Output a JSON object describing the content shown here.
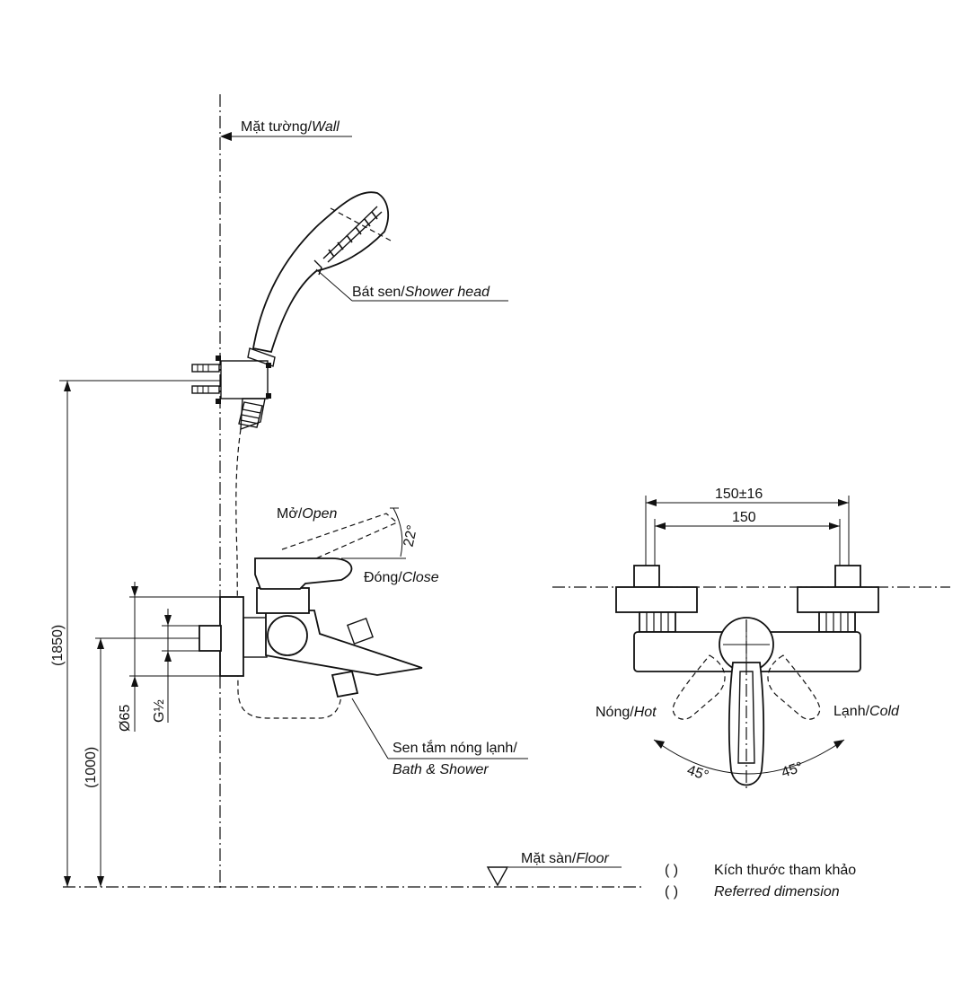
{
  "labels": {
    "wall": {
      "vi": "Mặt tường/",
      "en": "Wall"
    },
    "shower_head": {
      "vi": "Bát sen/",
      "en": "Shower head"
    },
    "open": {
      "vi": "Mở/",
      "en": "Open"
    },
    "close": {
      "vi": "Đóng/",
      "en": "Close"
    },
    "bath_shower": {
      "vi": "Sen tắm nóng lạnh/",
      "en": "Bath & Shower"
    },
    "hot": {
      "vi": "Nóng/",
      "en": "Hot"
    },
    "cold": {
      "vi": "Lạnh/",
      "en": "Cold"
    },
    "floor": {
      "vi": "Mặt sàn/",
      "en": "Floor"
    }
  },
  "dimensions": {
    "height_shower": "(1850)",
    "height_mixer": "(1000)",
    "diameter": "Ø65",
    "thread": "G½",
    "center_tolerance": "150±16",
    "center": "150",
    "open_angle": "22°",
    "hot_angle": "45°",
    "cold_angle": "45°"
  },
  "legend": {
    "paren": "(       )",
    "vi": "Kích thước tham khảo",
    "en": "Referred dimension"
  }
}
